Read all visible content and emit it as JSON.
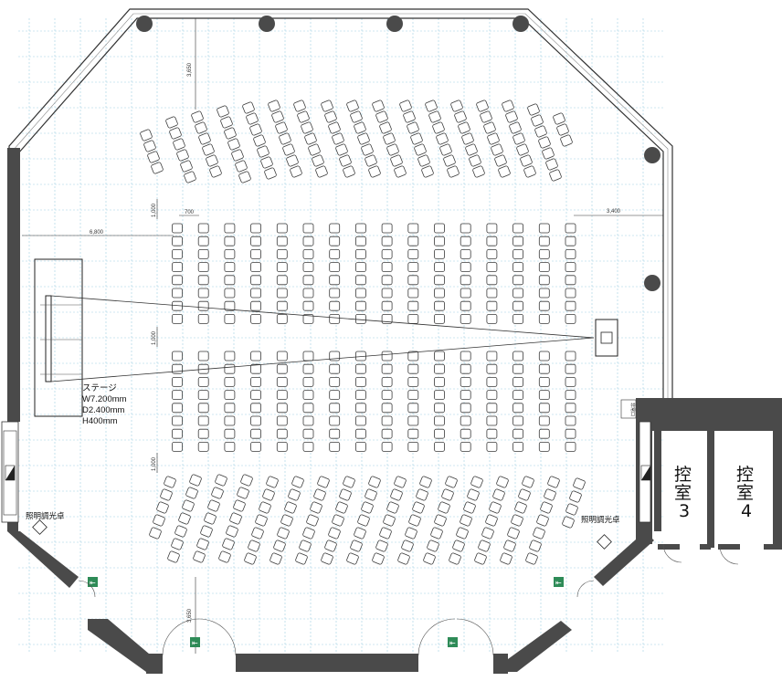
{
  "colors": {
    "wall": "#4a4a4a",
    "grid": "#9fd0e3",
    "chair_stroke": "#3a3a3a",
    "exit_sign": "#2e8b57"
  },
  "labels": {
    "stage_title": "ステージ",
    "stage_width": "W7.200mm",
    "stage_depth": "D2.400mm",
    "stage_height": "H400mm",
    "console_left": "照明調光卓",
    "console_right": "照明調光卓",
    "room3_line1": "控",
    "room3_line2": "室",
    "room3_line3": "3",
    "room4_line1": "控",
    "room4_line2": "室",
    "room4_line3": "4",
    "small_sign": "非常口"
  },
  "dimensions": {
    "top": "3,650",
    "bottom": "3,650",
    "stage_distance": "6,800",
    "right_aisle": "3,400",
    "seat_pitch": "700",
    "row_gap_1": "1,000",
    "row_gap_2": "1,000",
    "row_gap_3": "1,000"
  },
  "icons": {
    "exit": "emergency-exit-icon",
    "pillar": "pillar-icon",
    "door": "door-swing-icon"
  }
}
